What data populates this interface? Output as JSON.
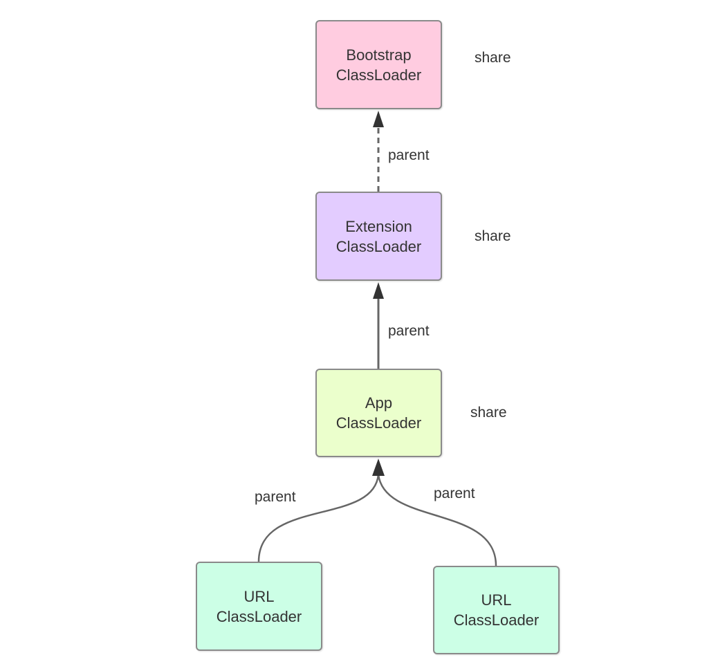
{
  "colors": {
    "bootstrap_fill": "#ffcce0",
    "extension_fill": "#e3ccff",
    "app_fill": "#ebffcc",
    "url_fill": "#ccffe6",
    "border": "#8a8a8a",
    "edge": "#666666",
    "text": "#333333"
  },
  "nodes": {
    "bootstrap": {
      "line1": "Bootstrap",
      "line2": "ClassLoader",
      "share": "share"
    },
    "extension": {
      "line1": "Extension",
      "line2": "ClassLoader",
      "share": "share"
    },
    "app": {
      "line1": "App",
      "line2": "ClassLoader",
      "share": "share"
    },
    "url_left": {
      "line1": "URL",
      "line2": "ClassLoader"
    },
    "url_right": {
      "line1": "URL",
      "line2": "ClassLoader"
    }
  },
  "edges": {
    "extension_to_bootstrap": {
      "label": "parent",
      "style": "dashed"
    },
    "app_to_extension": {
      "label": "parent",
      "style": "solid"
    },
    "url_left_to_app": {
      "label": "parent",
      "style": "solid"
    },
    "url_right_to_app": {
      "label": "parent",
      "style": "solid"
    }
  }
}
